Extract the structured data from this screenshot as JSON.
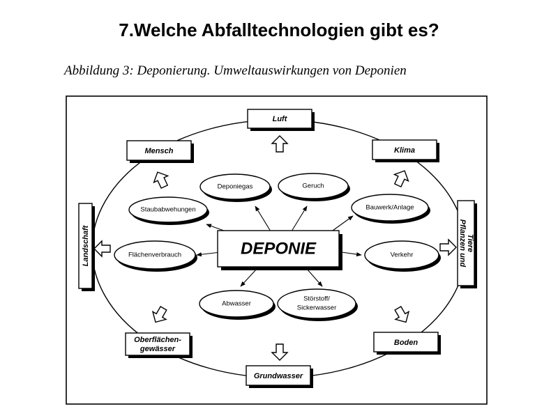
{
  "slide": {
    "title": "7.Welche Abfalltechnologien gibt es?",
    "caption": "Abbildung 3: Deponierung. Umweltauswirkungen von Deponien"
  },
  "diagram": {
    "center": "DEPONIE",
    "outer_boxes": {
      "luft": "Luft",
      "mensch": "Mensch",
      "klima": "Klima",
      "landschaft": "Landschaft",
      "pflanzen_und_tiere_line1": "Pflanzen und",
      "pflanzen_und_tiere_line2": "Tiere",
      "oberflaechengewaesser_line1": "Oberflächen-",
      "oberflaechengewaesser_line2": "gewässer",
      "boden": "Boden",
      "grundwasser": "Grundwasser"
    },
    "ovals": {
      "deponiegas": "Deponiegas",
      "geruch": "Geruch",
      "staubabwehungen": "Staubabwehungen",
      "bauwerk_anlage": "Bauwerk/Anlage",
      "flaechenverbrauch": "Flächenverbrauch",
      "verkehr": "Verkehr",
      "abwasser": "Abwasser",
      "stoerstoff_line1": "Störstoff/",
      "stoerstoff_line2": "Sickerwasser"
    }
  }
}
